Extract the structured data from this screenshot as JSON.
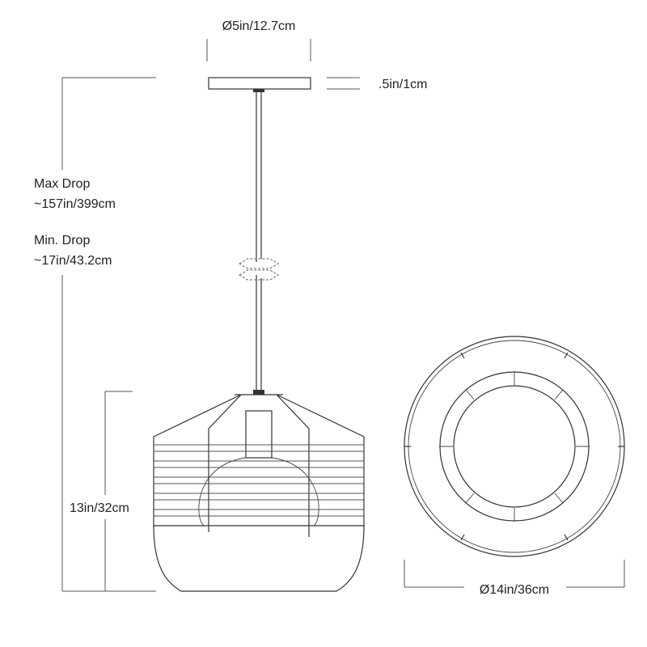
{
  "dimensions": {
    "canopy_diameter": "Ø5in/12.7cm",
    "canopy_height": ".5in/1cm",
    "max_drop_title": "Max Drop",
    "max_drop_value": "~157in/399cm",
    "min_drop_title": "Min. Drop",
    "min_drop_value": "~17in/43.2cm",
    "fixture_height": "13in/32cm",
    "fixture_diameter": "Ø14in/36cm"
  },
  "colors": {
    "line": "#333333",
    "text": "#222222"
  }
}
